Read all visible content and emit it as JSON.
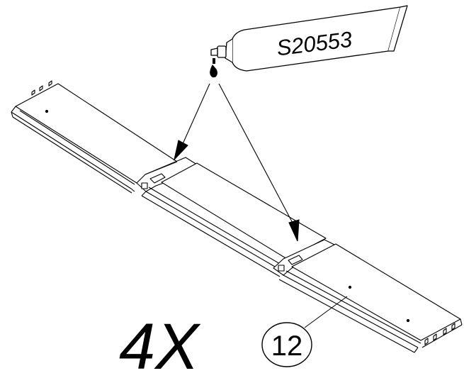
{
  "glue_tube": {
    "code": "S20553",
    "icon": "glue-tube-icon"
  },
  "quantity": {
    "label": "4X"
  },
  "part_callout": {
    "number": "12"
  },
  "colors": {
    "ink": "#000000",
    "paper": "#ffffff"
  }
}
